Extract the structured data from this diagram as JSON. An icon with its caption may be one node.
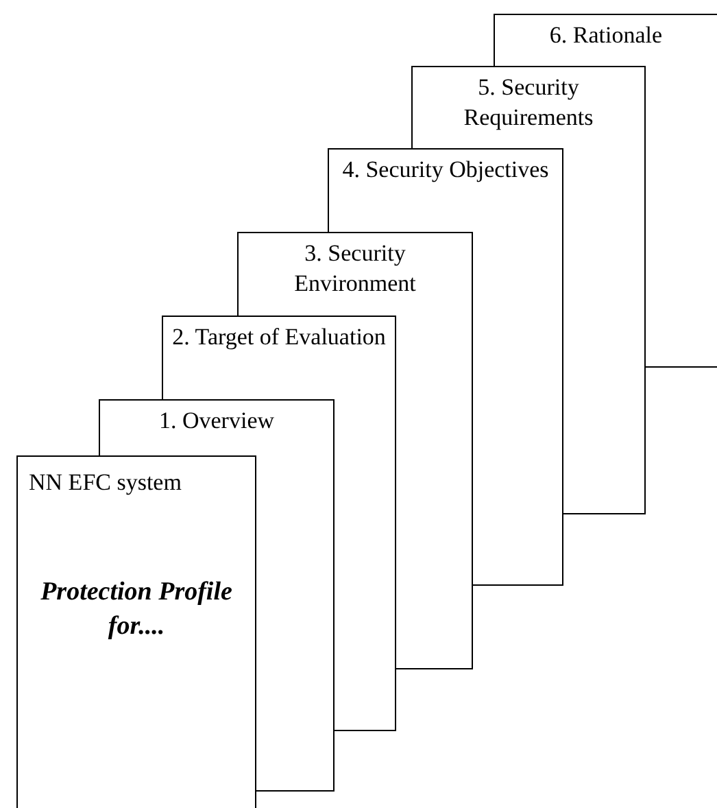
{
  "diagram": {
    "nodes": [
      {
        "text": [
          "NN EFC system",
          "Protection Profile for...."
        ]
      },
      {
        "text": [
          "1. Overview"
        ]
      },
      {
        "text": [
          "2. Target of Evaluation"
        ]
      },
      {
        "text": [
          "3. Security Environment"
        ]
      },
      {
        "text": [
          "4. Security Objectives"
        ]
      },
      {
        "text": [
          "5. Security Requirements"
        ]
      },
      {
        "text": [
          "6. Rationale"
        ]
      }
    ]
  }
}
